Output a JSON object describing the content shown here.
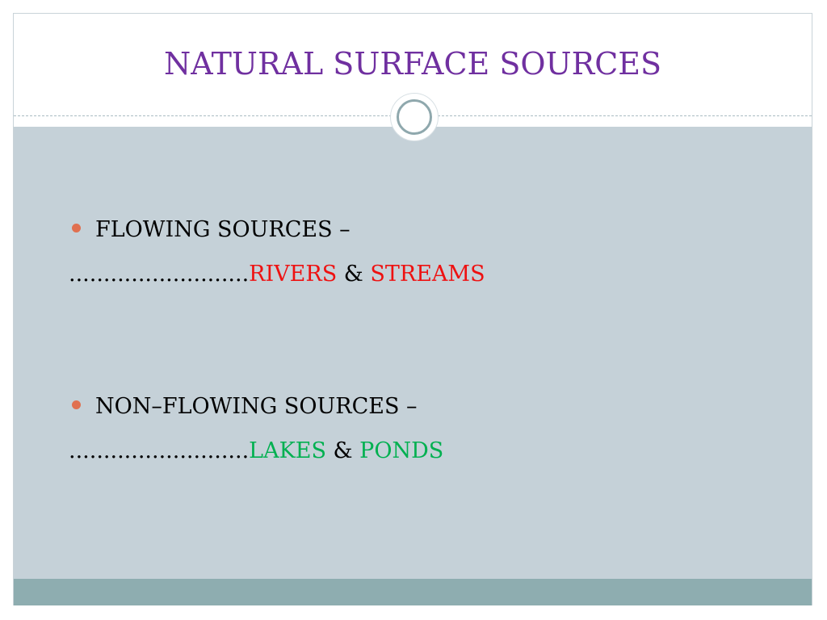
{
  "slide": {
    "title": "NATURAL SURFACE SOURCES",
    "items": [
      {
        "heading": "FLOWING SOURCES –",
        "leader": "..........................",
        "example_a": "RIVERS",
        "joiner": " & ",
        "example_b": "STREAMS",
        "example_color": "#ee1111"
      },
      {
        "heading": "NON–FLOWING SOURCES –",
        "leader": "..........................",
        "example_a": "LAKES",
        "joiner": " & ",
        "example_b": "PONDS",
        "example_color": "#00b050"
      }
    ]
  },
  "theme": {
    "title_color": "#7030a0",
    "panel_color": "#c5d1d8",
    "footer_color": "#8eadb0",
    "bullet_color": "#e07050"
  },
  "icons": [
    "circle-ornament-icon",
    "bullet-dot-icon"
  ]
}
